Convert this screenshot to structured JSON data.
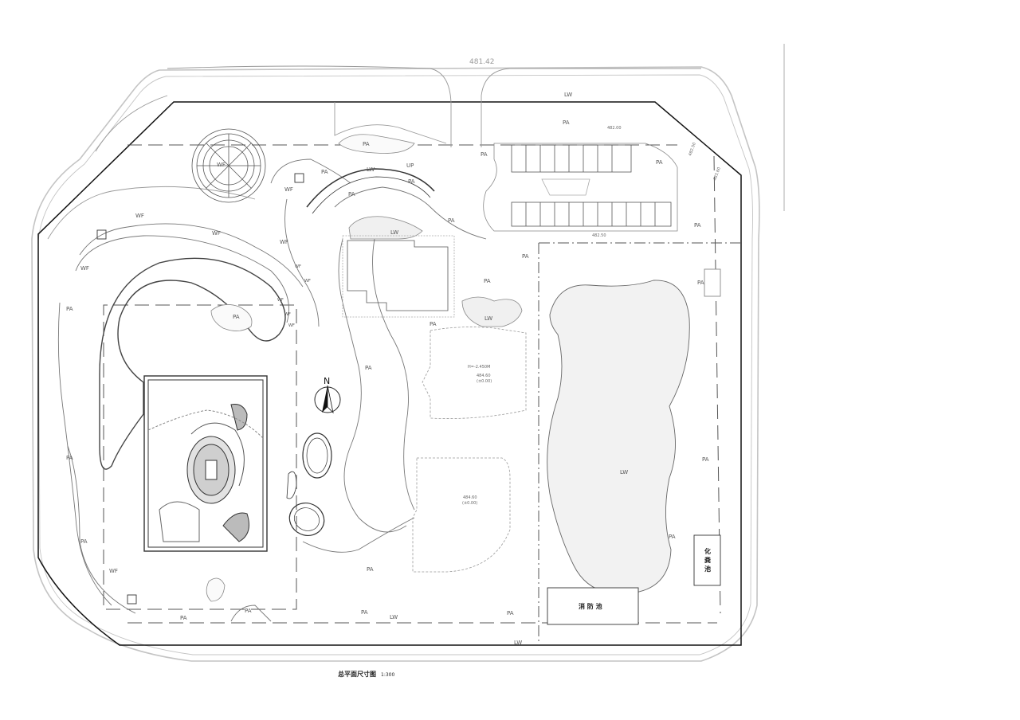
{
  "drawing": {
    "title": "总平面尺寸图",
    "scale": "1:300",
    "overall_dimension": "481.42",
    "north_label": "N"
  },
  "zones": {
    "PA": "PA",
    "LW": "LW",
    "WF": "WF",
    "UP": "UP"
  },
  "elevations": {
    "e1": "482.00",
    "e2": "482.50",
    "e3": "482.50",
    "e4": "483.60",
    "e5": "484.60",
    "e5_sub": "(±0.00)",
    "e6": "484.60",
    "e6_sub": "(±0.00)",
    "e7": "H=-2.450M",
    "e8": "482.50"
  },
  "facilities": {
    "septic_tank": [
      "化",
      "粪",
      "池"
    ],
    "fire_pool": "消 防 池"
  }
}
